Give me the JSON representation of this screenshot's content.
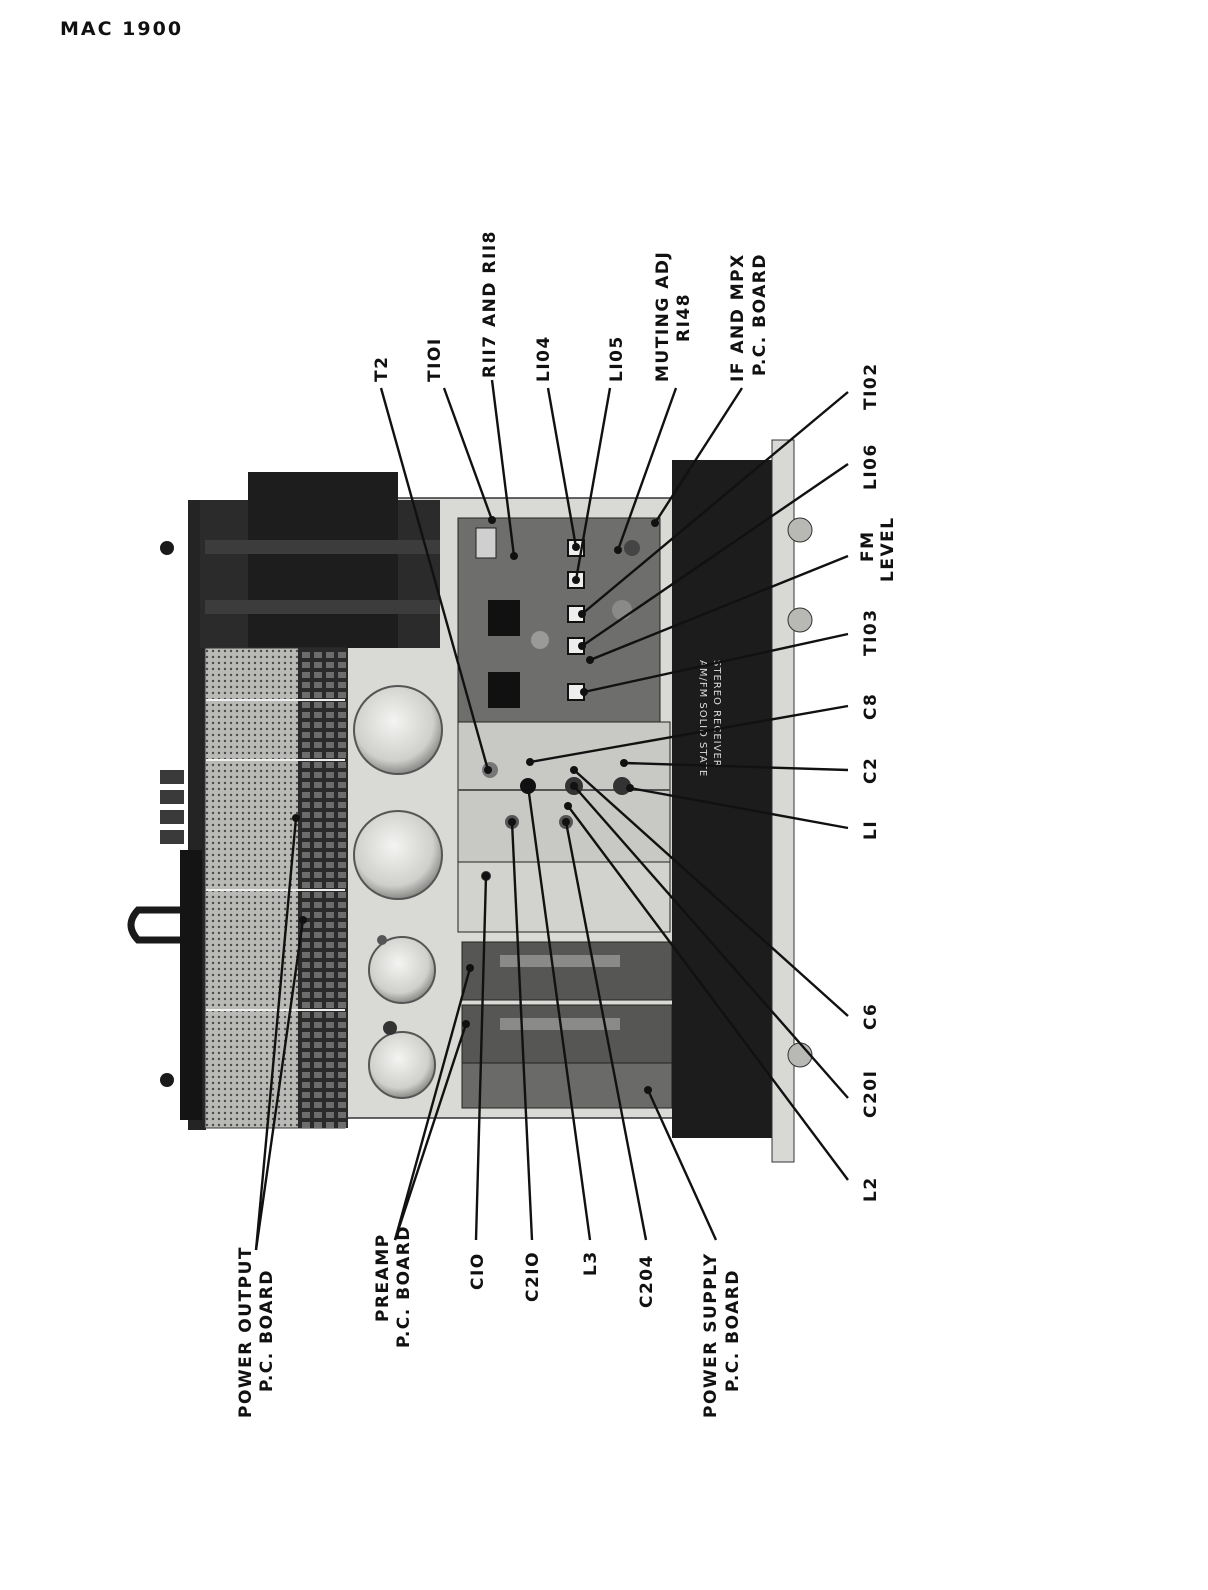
{
  "header": {
    "model": "MAC 1900"
  },
  "callouts": {
    "t2": "T2",
    "t101": "TIOI",
    "r117_r118": "RII7 AND RII8",
    "l104": "LI04",
    "l105": "LI05",
    "muting_adj_1": "MUTING ADJ",
    "muting_adj_2": "RI48",
    "if_mpx_1": "IF AND MPX",
    "if_mpx_2": "P.C. BOARD",
    "t102": "TI02",
    "l106": "LI06",
    "fm_level_1": "FM",
    "fm_level_2": "LEVEL",
    "t103": "TI03",
    "c8": "C8",
    "c2": "C2",
    "l1": "LI",
    "c6": "C6",
    "c201": "C20I",
    "l2": "L2",
    "power_output_1": "POWER OUTPUT",
    "power_output_2": "P.C.  BOARD",
    "preamp_1": "PREAMP",
    "preamp_2": "P.C.  BOARD",
    "c10": "CIO",
    "c210": "C2IO",
    "l3": "L3",
    "c204": "C204",
    "power_supply_1": "POWER SUPPLY",
    "power_supply_2": "P.C.  BOARD"
  },
  "faceplate": {
    "line1": "AM/FM SOLID STATE",
    "line2": "STEREO RECEIVER"
  },
  "colors": {
    "ink": "#111111",
    "chassis": "#d9d9d6",
    "dark_panel": "#1c1c1c"
  }
}
